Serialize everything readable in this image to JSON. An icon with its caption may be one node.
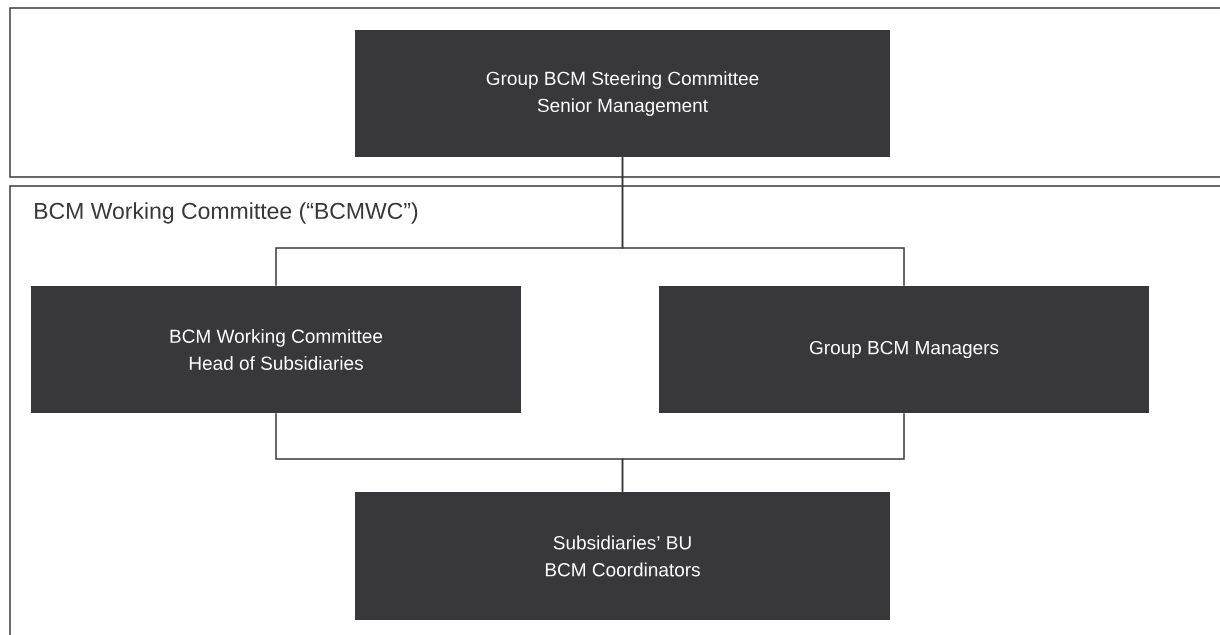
{
  "diagram": {
    "nodes": [
      {
        "text": [],
        "shape": "box"
      },
      {
        "text": [
          "Group BCM Steering Committee",
          "Senior Management"
        ],
        "in": 0
      },
      {
        "text": [
          "BCM Working Committee (“BCMWC”)"
        ]
      },
      {
        "text": [
          "BCM Working Committee",
          "Head of Subsidiaries"
        ],
        "in": 2
      },
      {
        "text": [
          "Group BCM Managers"
        ],
        "in": 2
      },
      {
        "text": [
          "Subsidiaries’ BU",
          "BCM Coordinators"
        ],
        "in": 2
      }
    ],
    "edges": [
      {
        "from": 1,
        "to": 3,
        "arrow": "none"
      },
      {
        "from": 1,
        "to": 4,
        "arrow": "none"
      },
      {
        "from": 3,
        "to": 5,
        "arrow": "none"
      },
      {
        "from": 4,
        "to": 5,
        "arrow": "none"
      }
    ]
  }
}
